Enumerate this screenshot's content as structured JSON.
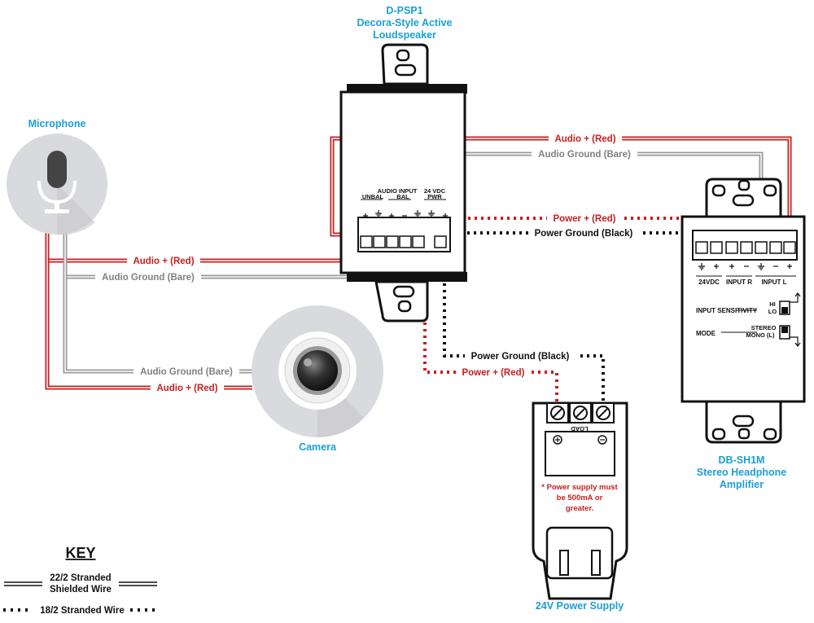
{
  "devices": {
    "speaker": {
      "model": "D-PSP1",
      "line1": "Decora-Style Active",
      "line2": "Loudspeaker",
      "group_audio": "AUDIO INPUT",
      "unbal": "UNBAL",
      "bal": "BAL",
      "vdc": "24 VDC",
      "pwr": "PWR"
    },
    "amp": {
      "model": "DB-SH1M",
      "line1": "Stereo Headphone",
      "line2": "Amplifier",
      "t_24vdc": "24VDC",
      "t_input_r": "INPUT R",
      "t_input_l": "INPUT L",
      "sens_label": "INPUT SENSITIVITY",
      "hi": "HI",
      "lo": "LO",
      "mode_label": "MODE",
      "stereo": "STEREO",
      "mono": "MONO (L)"
    },
    "microphone": {
      "label": "Microphone"
    },
    "camera": {
      "label": "Camera"
    },
    "psu": {
      "label": "24V Power Supply",
      "load": "LOAD",
      "note_line1": "* Power supply must",
      "note_line2": "be 500mA or",
      "note_line3": "greater."
    }
  },
  "wires": {
    "audio_plus_top": "Audio + (Red)",
    "audio_ground_top": "Audio Ground (Bare)",
    "power_plus_right": "Power + (Red)",
    "power_ground_right": "Power Ground (Black)",
    "audio_plus_mid": "Audio + (Red)",
    "audio_ground_mid": "Audio Ground (Bare)",
    "audio_ground_cam": "Audio Ground (Bare)",
    "audio_plus_cam": "Audio + (Red)",
    "power_ground_psu": "Power Ground (Black)",
    "power_plus_psu": "Power + (Red)"
  },
  "key": {
    "title": "KEY",
    "shielded_line1": "22/2 Stranded",
    "shielded_line2": "Shielded Wire",
    "stranded": "18/2 Stranded Wire"
  },
  "colors": {
    "red_wire": "#c81e1e",
    "bare_wire": "#9a9a9a",
    "black_wire": "#111111",
    "title_blue": "#1a9fd8"
  }
}
